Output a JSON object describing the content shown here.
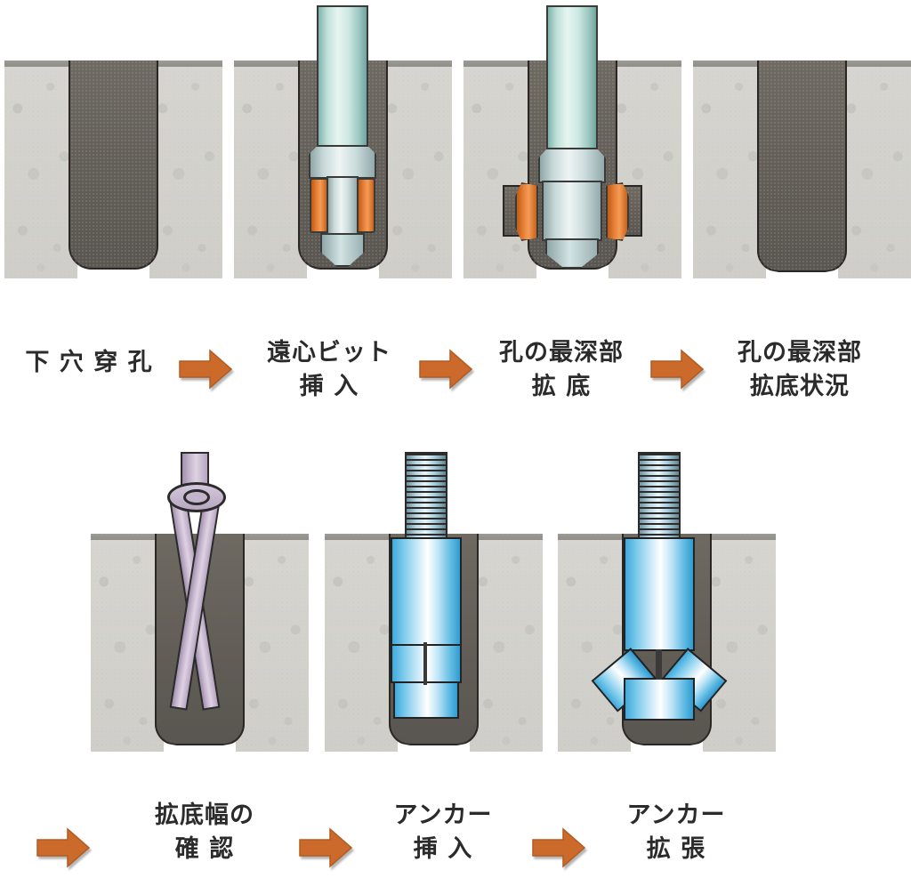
{
  "diagram": {
    "title": "Undercut anchor installation sequence",
    "colors": {
      "arrow": "#cb6a2a",
      "concrete": "#d4d3ce",
      "cavity": "#655f58",
      "blade_orange": "#e8813a",
      "anchor_blue": "#79c9ea",
      "drill_teal": "#cfe9e3",
      "gauge_violet": "#cdbdd4",
      "text": "#2b2b2b"
    },
    "rows": [
      {
        "row": 1,
        "steps": [
          {
            "id": "step-1",
            "label": "下 穴 穿 孔",
            "icon": "drilled-pilot-hole",
            "caption_lines": [
              "下 穴 穿 孔"
            ]
          },
          {
            "id": "step-2",
            "label": "遠心ビット\n挿  入",
            "icon": "undercut-bit-inserted",
            "caption_lines": [
              "遠心ビット",
              "挿  入"
            ]
          },
          {
            "id": "step-3",
            "label": "孔の最深部\n拡  底",
            "icon": "undercutting-at-hole-bottom",
            "caption_lines": [
              "孔の最深部",
              "拡  底"
            ]
          },
          {
            "id": "step-4",
            "label": "孔の最深部\n拡底状況",
            "icon": "finished-undercut-hole",
            "caption_lines": [
              "孔の最深部",
              "拡底状況"
            ]
          }
        ]
      },
      {
        "row": 2,
        "steps": [
          {
            "id": "step-5",
            "label": "拡底幅の\n確  認",
            "icon": "undercut-width-gauge-check",
            "caption_lines": [
              "拡底幅の",
              "確  認"
            ]
          },
          {
            "id": "step-6",
            "label": "アンカー\n挿  入",
            "icon": "anchor-inserted",
            "caption_lines": [
              "アンカー",
              "挿  入"
            ]
          },
          {
            "id": "step-7",
            "label": "アンカー\n拡  張",
            "icon": "anchor-expanded",
            "caption_lines": [
              "アンカー",
              "拡  張"
            ]
          }
        ]
      }
    ],
    "arrows": [
      {
        "id": "arrow-1",
        "after_step": "step-1"
      },
      {
        "id": "arrow-2",
        "after_step": "step-2"
      },
      {
        "id": "arrow-3",
        "after_step": "step-3"
      },
      {
        "id": "arrow-4",
        "after_step": "step-4"
      },
      {
        "id": "arrow-5",
        "after_step": "step-5"
      },
      {
        "id": "arrow-6",
        "after_step": "step-6"
      }
    ]
  }
}
